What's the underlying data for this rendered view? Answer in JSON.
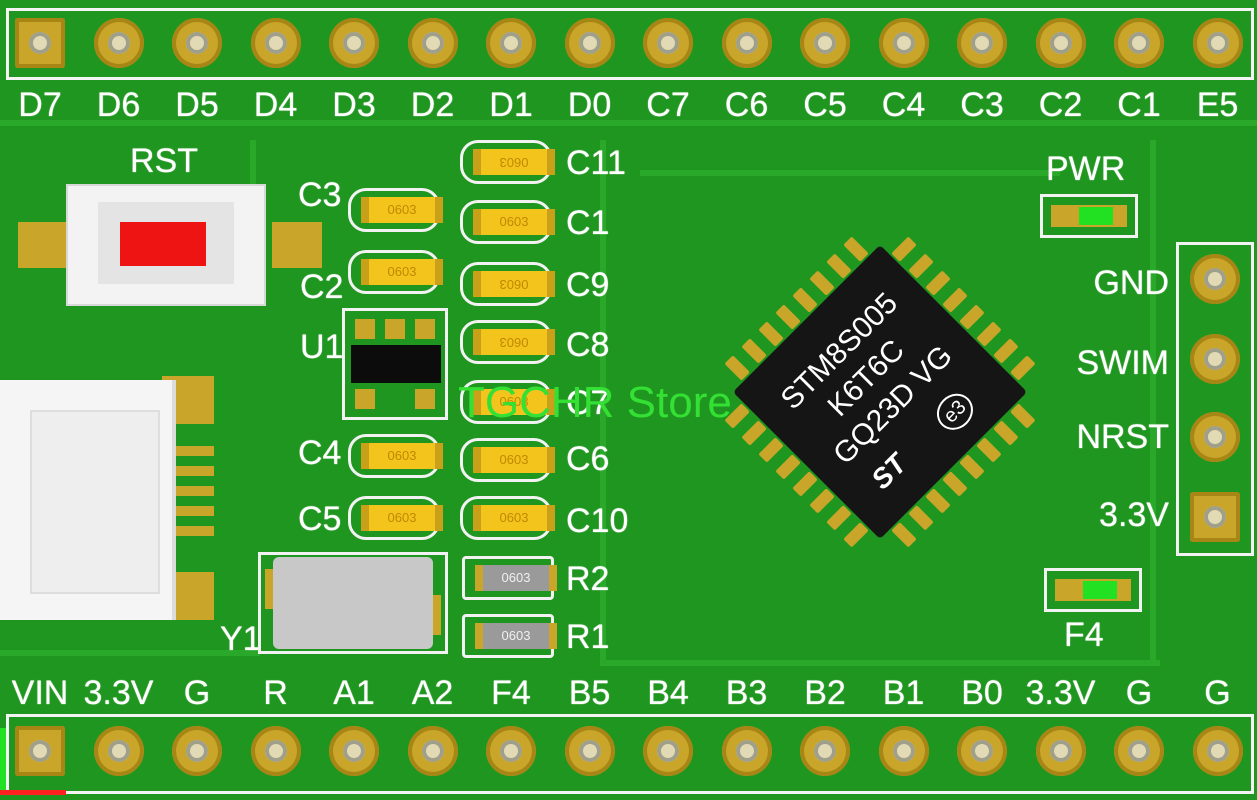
{
  "top_header": {
    "labels": [
      "D7",
      "D6",
      "D5",
      "D4",
      "D3",
      "D2",
      "D1",
      "D0",
      "C7",
      "C6",
      "C5",
      "C4",
      "C3",
      "C2",
      "C1",
      "E5"
    ]
  },
  "bottom_header": {
    "labels": [
      "VIN",
      "3.3V",
      "G",
      "R",
      "A1",
      "A2",
      "F4",
      "B5",
      "B4",
      "B3",
      "B2",
      "B1",
      "B0",
      "3.3V",
      "G",
      "G"
    ]
  },
  "right_header": {
    "labels": [
      "GND",
      "SWIM",
      "NRST",
      "3.3V"
    ]
  },
  "components": {
    "reset_button": "RST",
    "u1": "U1",
    "crystal": "Y1",
    "power_led": "PWR",
    "f4_led": "F4",
    "left_caps": [
      "C3",
      "C2",
      "C4",
      "C5"
    ],
    "right_caps": [
      "C11",
      "C1",
      "C9",
      "C8",
      "C7",
      "C6",
      "C10"
    ],
    "resistors": [
      "R2",
      "R1"
    ],
    "package_marking": "0603"
  },
  "mcu": {
    "line1": "STM8S005",
    "line2": "K6T6C",
    "line3": "GQ23D  VG",
    "logo": "ST",
    "badge": "e3"
  },
  "watermark": "TGCHR Store",
  "colors": {
    "board": "#1f961f",
    "pad": "#c9a52a",
    "silkscreen": "#ffffff",
    "capacitor": "#f2c41c",
    "reset_cap": "#ff1010"
  }
}
